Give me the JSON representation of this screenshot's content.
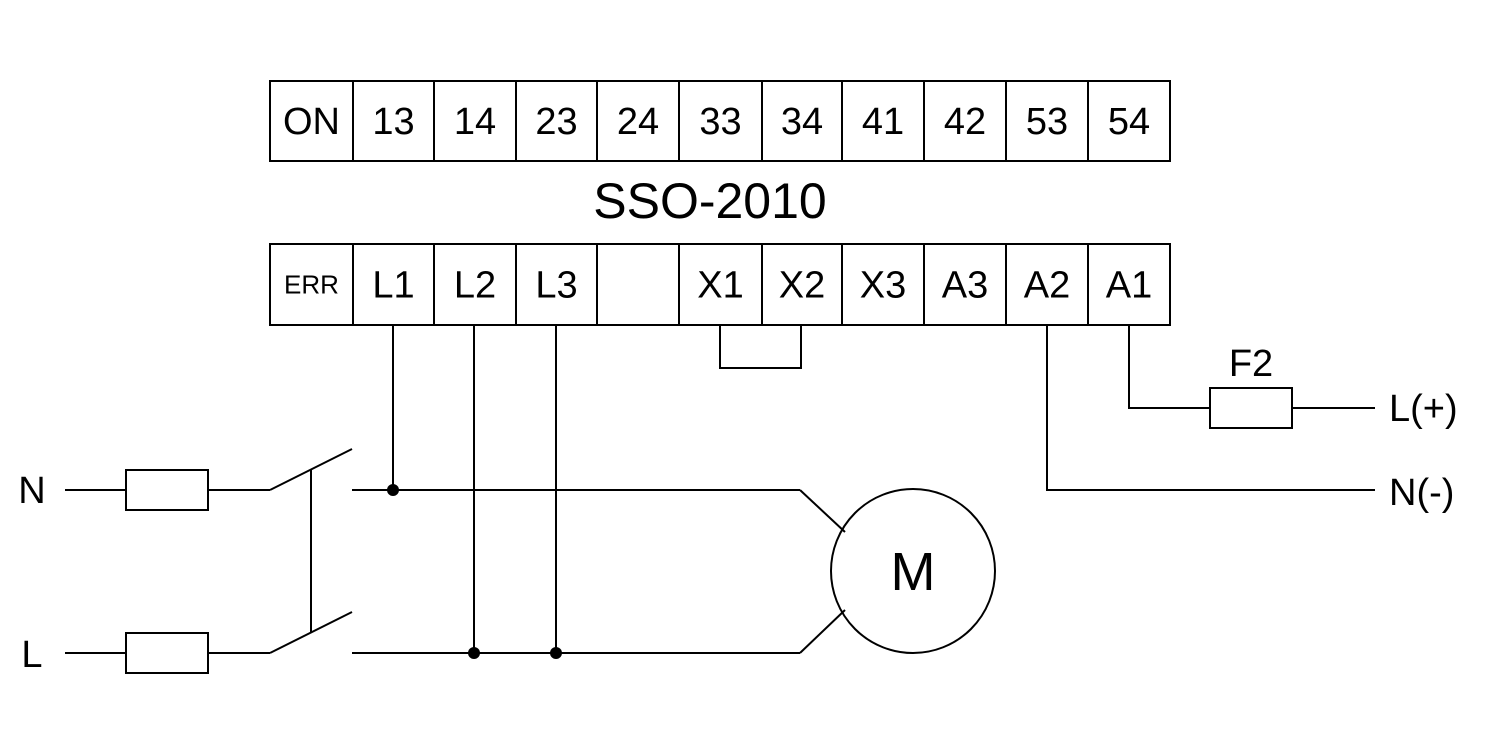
{
  "device": {
    "title": "SSO-2010",
    "top_terminals": [
      "ON",
      "13",
      "14",
      "23",
      "24",
      "33",
      "34",
      "41",
      "42",
      "53",
      "54"
    ],
    "bottom_terminals": [
      "ERR",
      "L1",
      "L2",
      "L3",
      "",
      "X1",
      "X2",
      "X3",
      "A3",
      "A2",
      "A1"
    ]
  },
  "supply": {
    "neutral_label": "N",
    "line_label": "L"
  },
  "control": {
    "fuse_label": "F2",
    "positive_label": "L(+)",
    "negative_label": "N(-)"
  },
  "motor": {
    "label": "M"
  }
}
